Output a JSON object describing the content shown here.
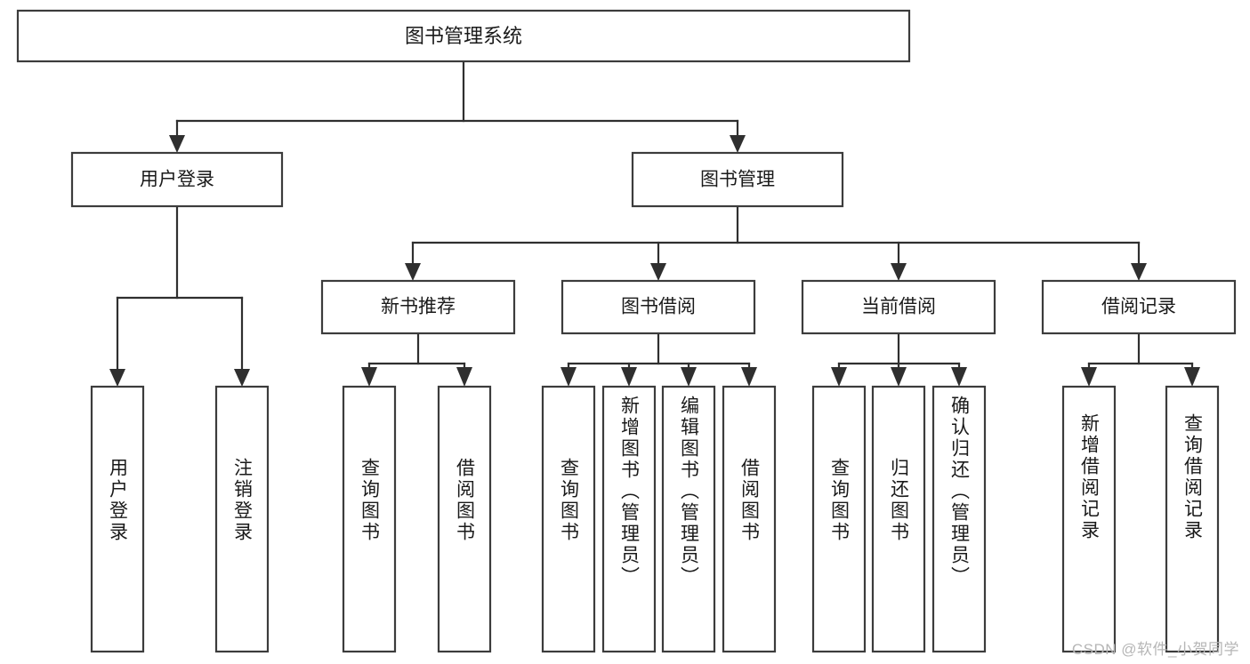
{
  "diagram": {
    "type": "tree-hierarchy",
    "title": "图书管理系统",
    "root": {
      "label": "图书管理系统"
    },
    "level2": [
      {
        "id": "user-login",
        "label": "用户登录"
      },
      {
        "id": "book-manage",
        "label": "图书管理"
      }
    ],
    "level3": [
      {
        "id": "new-book-recommend",
        "label": "新书推荐",
        "parent": "book-manage"
      },
      {
        "id": "book-borrow",
        "label": "图书借阅",
        "parent": "book-manage"
      },
      {
        "id": "current-borrow",
        "label": "当前借阅",
        "parent": "book-manage"
      },
      {
        "id": "borrow-record",
        "label": "借阅记录",
        "parent": "book-manage"
      }
    ],
    "leaves": [
      {
        "id": "leaf-user-login",
        "label": "用户登录",
        "parent": "user-login"
      },
      {
        "id": "leaf-logout-login",
        "label": "注销登录",
        "parent": "user-login"
      },
      {
        "id": "leaf-query-book-1",
        "label": "查询图书",
        "parent": "new-book-recommend"
      },
      {
        "id": "leaf-borrow-book-1",
        "label": "借阅图书",
        "parent": "new-book-recommend"
      },
      {
        "id": "leaf-query-book-2",
        "label": "查询图书",
        "parent": "book-borrow"
      },
      {
        "id": "leaf-add-book",
        "label": "新增图书（管理员）",
        "parent": "book-borrow"
      },
      {
        "id": "leaf-edit-book",
        "label": "编辑图书（管理员）",
        "parent": "book-borrow"
      },
      {
        "id": "leaf-borrow-book-2",
        "label": "借阅图书",
        "parent": "book-borrow"
      },
      {
        "id": "leaf-query-book-3",
        "label": "查询图书",
        "parent": "current-borrow"
      },
      {
        "id": "leaf-return-book",
        "label": "归还图书",
        "parent": "current-borrow"
      },
      {
        "id": "leaf-confirm-return",
        "label": "确认归还（管理员）",
        "parent": "current-borrow"
      },
      {
        "id": "leaf-add-record",
        "label": "新增借阅记录",
        "parent": "borrow-record"
      },
      {
        "id": "leaf-query-record",
        "label": "查询借阅记录",
        "parent": "borrow-record"
      }
    ]
  },
  "watermark": {
    "text": "CSDN @软件_小贺同学"
  },
  "colors": {
    "box_stroke": "#3c3c3c",
    "connector": "#2f2f2f",
    "text": "#1a1a1a",
    "background": "#ffffff",
    "watermark": "#b6b6b6"
  }
}
